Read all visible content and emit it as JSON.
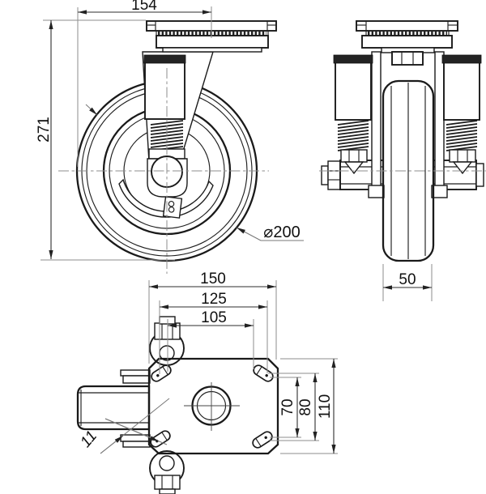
{
  "dims": {
    "front": {
      "top_width": "154",
      "overall_height": "271",
      "wheel_diameter": "⌀200"
    },
    "side": {
      "wheel_width": "50"
    },
    "plate": {
      "length": "150",
      "span_125": "125",
      "span_105": "105",
      "span_70": "70",
      "span_80": "80",
      "width": "110",
      "slot_width": "11"
    }
  },
  "colors": {
    "line": "#1a1a1a",
    "dimension": "#2e2e2e",
    "extension": "#8d8d8d",
    "background": "#ffffff"
  }
}
